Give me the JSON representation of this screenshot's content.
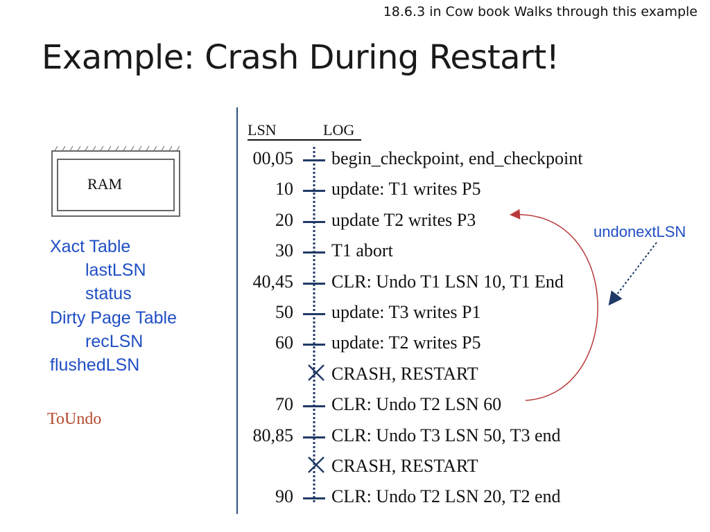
{
  "header": {
    "note": "18.6.3 in Cow book Walks through this example",
    "title": "Example: Crash During Restart!"
  },
  "ram": {
    "label": "RAM"
  },
  "state": {
    "xact_table": "Xact Table",
    "last_lsn": "lastLSN",
    "status": "status",
    "dirty_page_table": "Dirty Page Table",
    "rec_lsn": "recLSN",
    "flushed_lsn": "flushedLSN",
    "to_undo": "ToUndo"
  },
  "log": {
    "lsn_header": "LSN",
    "log_header": "LOG",
    "entries": [
      {
        "lsn": "00,05",
        "text": "begin_checkpoint, end_checkpoint",
        "crash": false
      },
      {
        "lsn": "10",
        "text": "update: T1 writes P5",
        "crash": false
      },
      {
        "lsn": "20",
        "text": "update T2 writes P3",
        "crash": false
      },
      {
        "lsn": "30",
        "text": "T1 abort",
        "crash": false
      },
      {
        "lsn": "40,45",
        "text": "CLR: Undo T1 LSN 10, T1 End",
        "crash": false
      },
      {
        "lsn": "50",
        "text": "update: T3 writes P1",
        "crash": false
      },
      {
        "lsn": "60",
        "text": "update: T2 writes P5",
        "crash": false
      },
      {
        "lsn": "",
        "text": "CRASH, RESTART",
        "crash": true
      },
      {
        "lsn": "70",
        "text": "CLR: Undo T2 LSN 60",
        "crash": false
      },
      {
        "lsn": "80,85",
        "text": "CLR: Undo T3 LSN 50, T3 end",
        "crash": false
      },
      {
        "lsn": "",
        "text": "CRASH, RESTART",
        "crash": true
      },
      {
        "lsn": "90",
        "text": "CLR: Undo T2 LSN 20, T2 end",
        "crash": false
      }
    ]
  },
  "annotation": {
    "label": "undonextLSN"
  },
  "colors": {
    "blue_text": "#1f4ec4",
    "toundo": "#b44a2f",
    "arrow": "#b83a3a",
    "timeline": "#1f3a66"
  }
}
